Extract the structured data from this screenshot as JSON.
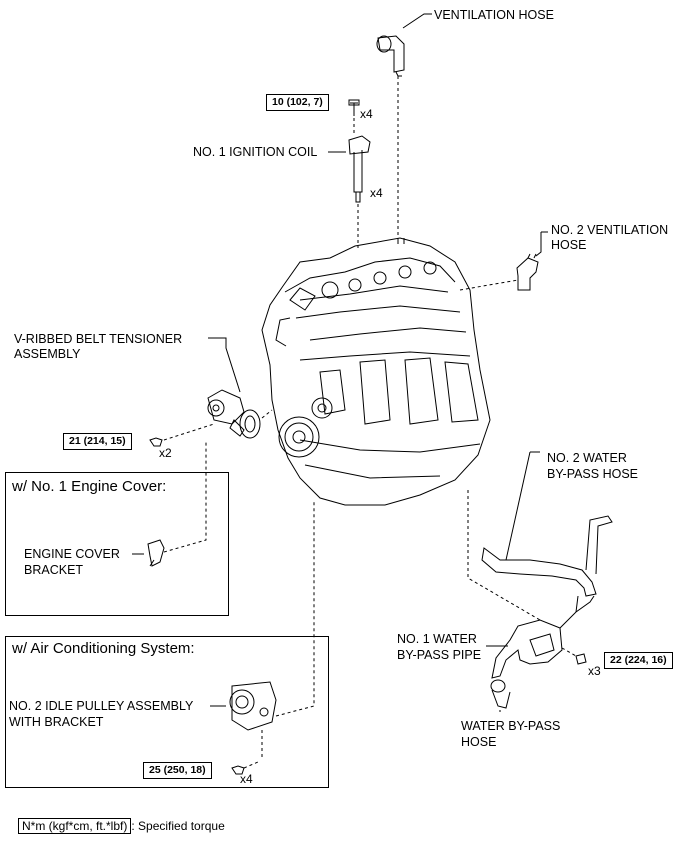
{
  "labels": {
    "ventilation_hose": "VENTILATION HOSE",
    "ignition_coil": "NO. 1 IGNITION COIL",
    "no2_ventilation_hose_1": "NO. 2 VENTILATION",
    "no2_ventilation_hose_2": "HOSE",
    "belt_tensioner_1": "V-RIBBED BELT TENSIONER",
    "belt_tensioner_2": "ASSEMBLY",
    "no2_water_bypass_hose_1": "NO. 2 WATER",
    "no2_water_bypass_hose_2": "BY-PASS HOSE",
    "engine_cover_bracket_1": "ENGINE COVER",
    "engine_cover_bracket_2": "BRACKET",
    "no1_water_bypass_pipe_1": "NO. 1 WATER",
    "no1_water_bypass_pipe_2": "BY-PASS PIPE",
    "idle_pulley_1": "NO. 2 IDLE PULLEY ASSEMBLY",
    "idle_pulley_2": "WITH BRACKET",
    "water_bypass_hose_1": "WATER BY-PASS",
    "water_bypass_hose_2": "HOSE"
  },
  "boxes": {
    "engine_cover_title": "w/ No. 1 Engine Cover:",
    "air_conditioning_title": "w/ Air Conditioning System:"
  },
  "torques": {
    "coil_bolt": "10 (102, 7)",
    "tensioner_bolt": "21 (214, 15)",
    "pipe_bolt": "22 (224, 16)",
    "pulley_bolt": "25 (250, 18)"
  },
  "quantities": {
    "coil_bolt": "x4",
    "coil": "x4",
    "tensioner_bolt": "x2",
    "pipe_bolt": "x3",
    "pulley_bolt": "x4"
  },
  "legend": {
    "unit": "N*m (kgf*cm, ft.*lbf)",
    "text": ": Specified torque"
  }
}
